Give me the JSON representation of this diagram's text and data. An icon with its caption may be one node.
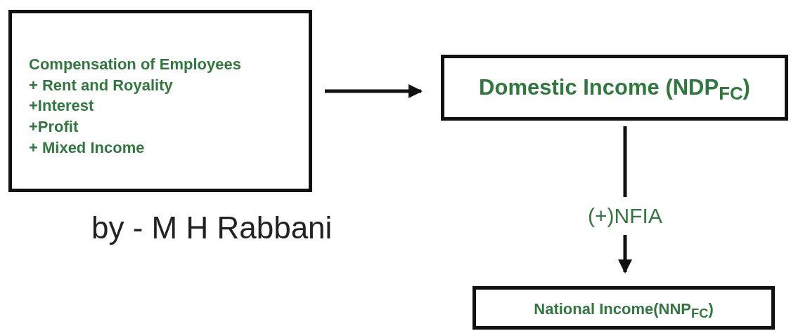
{
  "diagram": {
    "nodes": [
      {
        "text": [
          "Compensation of Employees",
          "+ Rent and Royality",
          "+Interest",
          "+Profit",
          "+ Mixed Income"
        ]
      },
      {
        "text": [
          "Domestic Income (NDP$_{FC}$)"
        ]
      },
      {
        "text": [
          "National Income(NNP$_{FC}$)"
        ]
      }
    ],
    "edges": [
      {
        "from": 0,
        "to": 1,
        "arrow": "to"
      },
      {
        "from": 1,
        "to": 2,
        "arrow": "to",
        "label": "(+)NFIA"
      }
    ],
    "labels": [
      "by - M H Rabbani"
    ]
  }
}
